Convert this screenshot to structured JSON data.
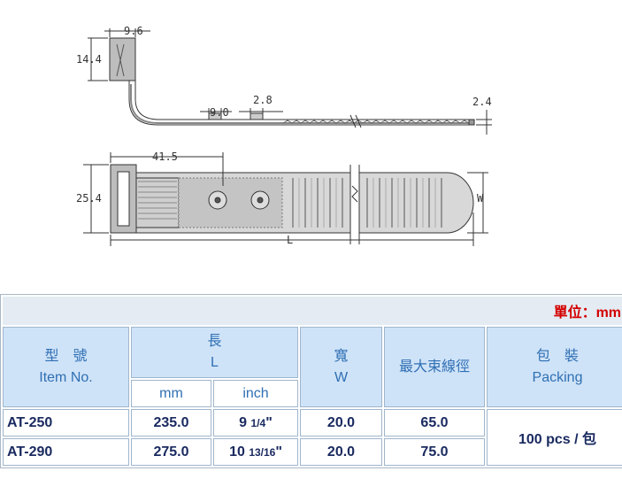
{
  "drawing": {
    "dims": {
      "top_width": "9.6",
      "top_height": "14.4",
      "slot_gap": "2.8",
      "mid_width": "9.0",
      "tail_thickness": "2.4",
      "head_length": "41.5",
      "head_height": "25.4",
      "width_label": "W",
      "length_label": "L"
    }
  },
  "table": {
    "unit": "單位：mm",
    "headers": {
      "model_zh": "型　號",
      "model_en": "Item No.",
      "length_zh": "長",
      "length_en": "L",
      "length_mm": "mm",
      "length_inch": "inch",
      "width_zh": "寬",
      "width_en": "W",
      "max_bundle": "最大束線徑",
      "packing_zh": "包　裝",
      "packing_en": "Packing"
    },
    "rows": [
      {
        "model": "AT-250",
        "mm": "235.0",
        "inch_whole": "9",
        "inch_frac": "1/4",
        "inch_mark": "\"",
        "width": "20.0",
        "bundle": "65.0"
      },
      {
        "model": "AT-290",
        "mm": "275.0",
        "inch_whole": "10",
        "inch_frac": "13/16",
        "inch_mark": "\"",
        "width": "20.0",
        "bundle": "75.0"
      }
    ],
    "packing": "100 pcs / 包"
  }
}
